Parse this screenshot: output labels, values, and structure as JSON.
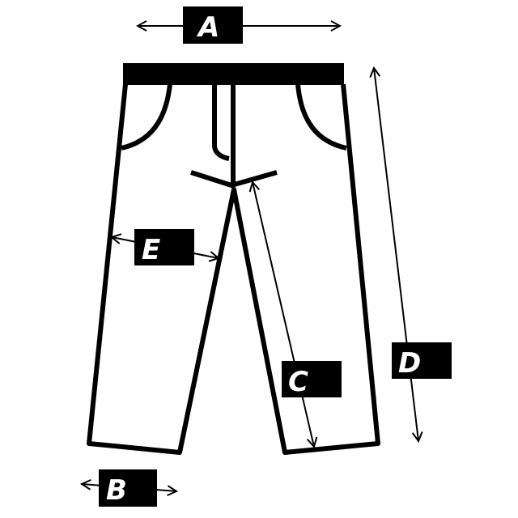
{
  "labels": {
    "a": "A",
    "b": "B",
    "c": "C",
    "d": "D",
    "e": "E"
  },
  "colors": {
    "stroke": "#000000",
    "background": "#ffffff",
    "label_text": "#ffffff"
  }
}
